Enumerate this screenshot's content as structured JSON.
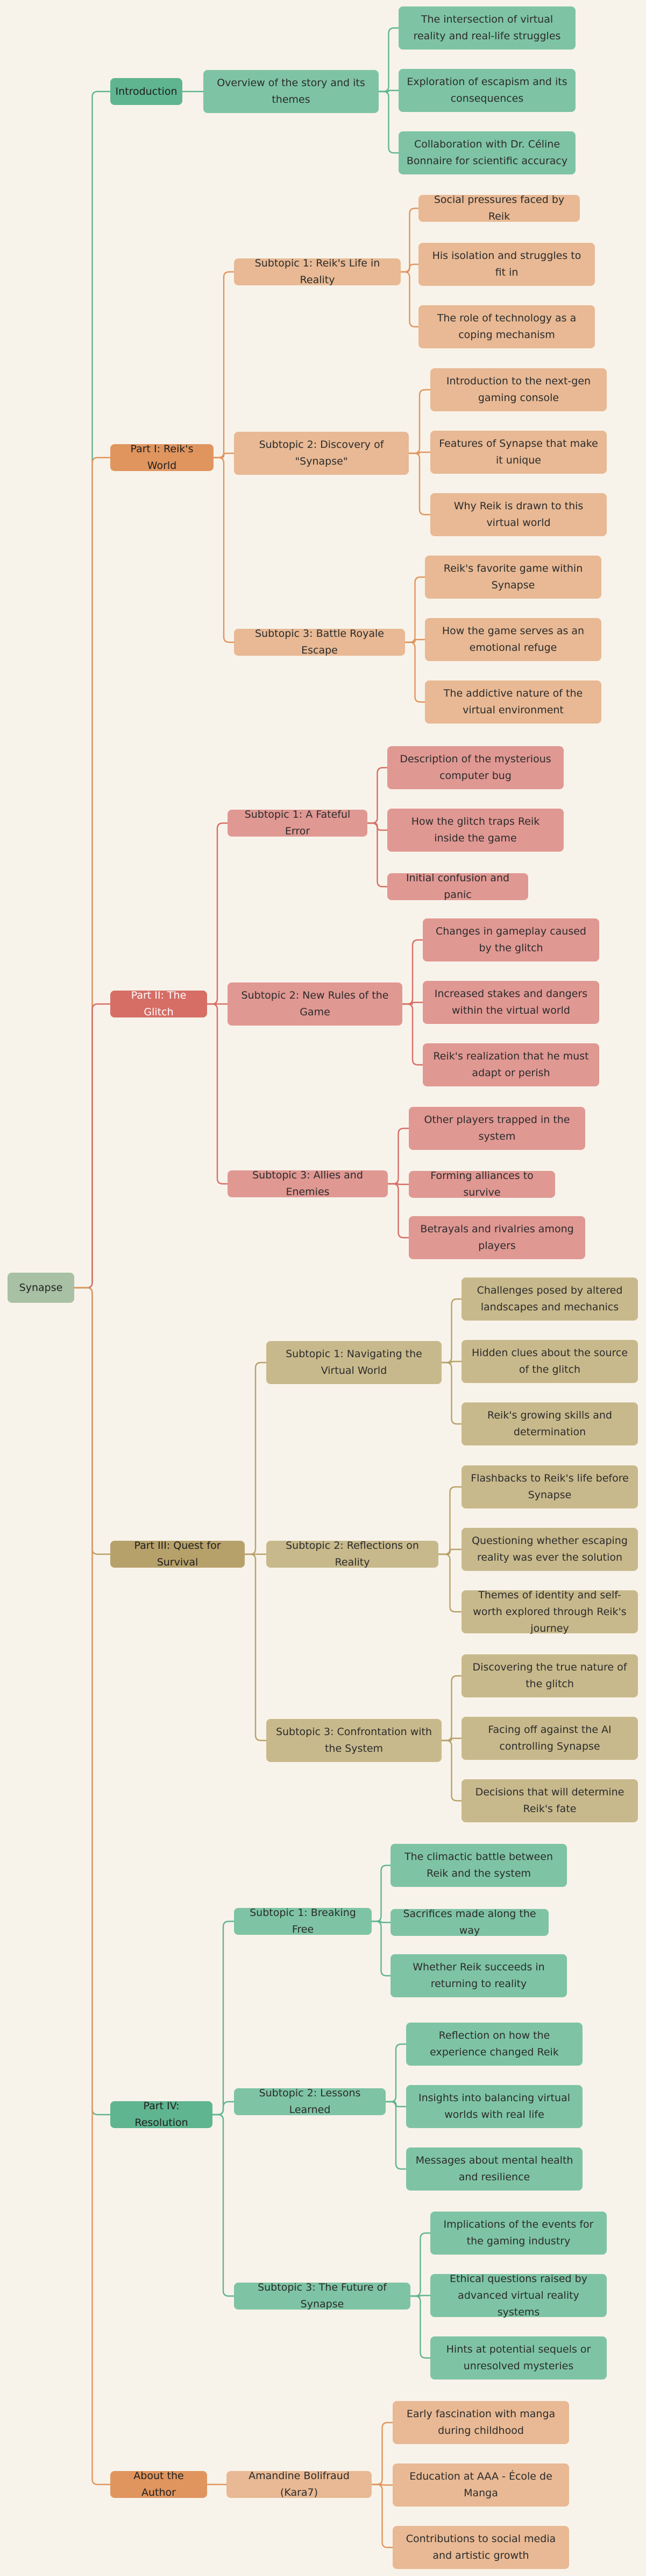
{
  "title": "Synapse",
  "colors": {
    "background": "#f8f3ea",
    "root": "#a8c0a4",
    "green_dark": "#5fb58f",
    "green_light": "#7ec4a4",
    "orange_dark": "#e0955f",
    "orange_light": "#e8b994",
    "red_dark": "#d66e66",
    "red_light": "#e09893",
    "gold_dark": "#b7a16b",
    "gold_light": "#c8b98c",
    "line_green": "#5fb58f",
    "line_orange": "#e0955f",
    "line_red": "#d66e66",
    "line_gold": "#b7a16b"
  },
  "root": "Synapse",
  "sections": [
    {
      "label": "Introduction",
      "subtopics": [
        {
          "label": "Overview of the story and its themes",
          "items": [
            "The intersection of virtual reality and real-life struggles",
            "Exploration of escapism and its consequences",
            "Collaboration with Dr. Céline Bonnaire for scientific accuracy"
          ]
        }
      ]
    },
    {
      "label": "Part I: Reik's World",
      "subtopics": [
        {
          "label": "Subtopic 1: Reik's Life in Reality",
          "items": [
            "Social pressures faced by Reik",
            "His isolation and struggles to fit in",
            "The role of technology as a coping mechanism"
          ]
        },
        {
          "label": "Subtopic 2: Discovery of \"Synapse\"",
          "items": [
            "Introduction to the next-gen gaming console",
            "Features of Synapse that make it unique",
            "Why Reik is drawn to this virtual world"
          ]
        },
        {
          "label": "Subtopic 3: Battle Royale Escape",
          "items": [
            "Reik's favorite game within Synapse",
            "How the game serves as an emotional refuge",
            "The addictive nature of the virtual environment"
          ]
        }
      ]
    },
    {
      "label": "Part II: The Glitch",
      "subtopics": [
        {
          "label": "Subtopic 1: A Fateful Error",
          "items": [
            "Description of the mysterious computer bug",
            "How the glitch traps Reik inside the game",
            "Initial confusion and panic"
          ]
        },
        {
          "label": "Subtopic 2: New Rules of the Game",
          "items": [
            "Changes in gameplay caused by the glitch",
            "Increased stakes and dangers within the virtual world",
            "Reik's realization that he must adapt or perish"
          ]
        },
        {
          "label": "Subtopic 3: Allies and Enemies",
          "items": [
            "Other players trapped in the system",
            "Forming alliances to survive",
            "Betrayals and rivalries among players"
          ]
        }
      ]
    },
    {
      "label": "Part III: Quest for Survival",
      "subtopics": [
        {
          "label": "Subtopic 1: Navigating the Virtual World",
          "items": [
            "Challenges posed by altered landscapes and mechanics",
            "Hidden clues about the source of the glitch",
            "Reik's growing skills and determination"
          ]
        },
        {
          "label": "Subtopic 2: Reflections on Reality",
          "items": [
            "Flashbacks to Reik's life before Synapse",
            "Questioning whether escaping reality was ever the solution",
            "Themes of identity and self-worth explored through Reik's journey"
          ]
        },
        {
          "label": "Subtopic 3: Confrontation with the System",
          "items": [
            "Discovering the true nature of the glitch",
            "Facing off against the AI controlling Synapse",
            "Decisions that will determine Reik's fate"
          ]
        }
      ]
    },
    {
      "label": "Part IV: Resolution",
      "subtopics": [
        {
          "label": "Subtopic 1: Breaking Free",
          "items": [
            "The climactic battle between Reik and the system",
            "Sacrifices made along the way",
            "Whether Reik succeeds in returning to reality"
          ]
        },
        {
          "label": "Subtopic 2: Lessons Learned",
          "items": [
            "Reflection on how the experience changed Reik",
            "Insights into balancing virtual worlds with real life",
            "Messages about mental health and resilience"
          ]
        },
        {
          "label": "Subtopic 3: The Future of Synapse",
          "items": [
            "Implications of the events for the gaming industry",
            "Ethical questions raised by advanced virtual reality systems",
            "Hints at potential sequels or unresolved mysteries"
          ]
        }
      ]
    },
    {
      "label": "About the Author",
      "subtopics": [
        {
          "label": "Amandine Bolifraud (Kara7)",
          "items": [
            "Early fascination with manga during childhood",
            "Education at AAA - École de Manga",
            "Contributions to social media and artistic growth"
          ]
        }
      ]
    }
  ]
}
